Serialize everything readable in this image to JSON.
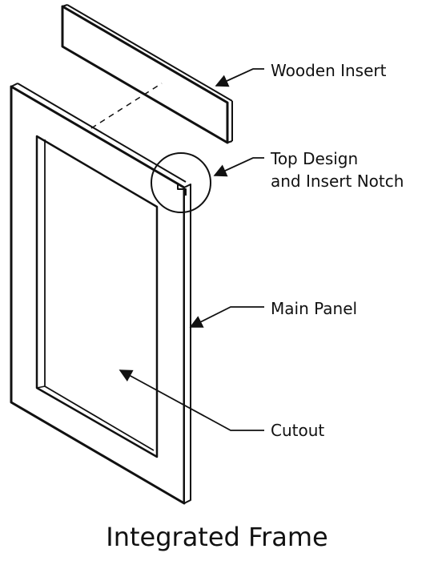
{
  "callouts": {
    "wooden_insert": "Wooden Insert",
    "top_design": {
      "line1": "Top Design",
      "line2": "and Insert Notch"
    },
    "main_panel": "Main Panel",
    "cutout": "Cutout"
  },
  "caption": "Integrated Frame",
  "colors": {
    "stroke": "#111111",
    "background": "#ffffff"
  }
}
